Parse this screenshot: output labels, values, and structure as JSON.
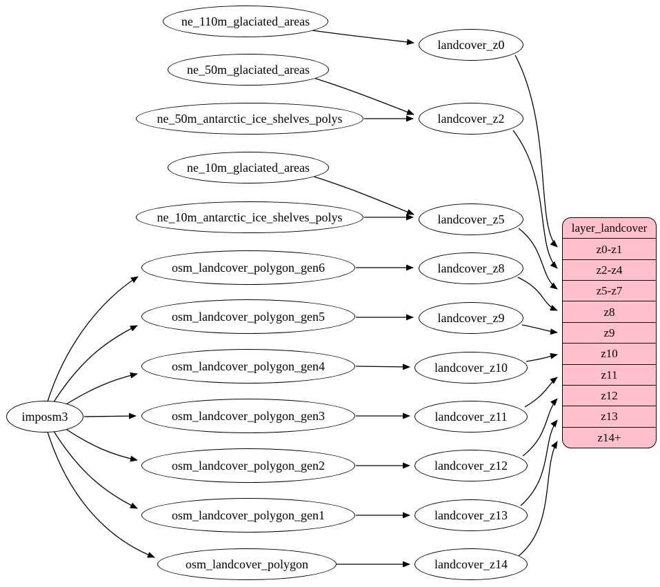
{
  "diagram": {
    "background_color": "#ffffff",
    "node_fill_color": "#ffffff",
    "node_border_color": "#000000",
    "root_node": {
      "label": "imposm3"
    },
    "source_nodes": [
      {
        "label": "ne_110m_glaciated_areas"
      },
      {
        "label": "ne_50m_glaciated_areas"
      },
      {
        "label": "ne_50m_antarctic_ice_shelves_polys"
      },
      {
        "label": "ne_10m_glaciated_areas"
      },
      {
        "label": "ne_10m_antarctic_ice_shelves_polys"
      },
      {
        "label": "osm_landcover_polygon_gen6"
      },
      {
        "label": "osm_landcover_polygon_gen5"
      },
      {
        "label": "osm_landcover_polygon_gen4"
      },
      {
        "label": "osm_landcover_polygon_gen3"
      },
      {
        "label": "osm_landcover_polygon_gen2"
      },
      {
        "label": "osm_landcover_polygon_gen1"
      },
      {
        "label": "osm_landcover_polygon"
      }
    ],
    "zoom_nodes": [
      {
        "label": "landcover_z0"
      },
      {
        "label": "landcover_z2"
      },
      {
        "label": "landcover_z5"
      },
      {
        "label": "landcover_z8"
      },
      {
        "label": "landcover_z9"
      },
      {
        "label": "landcover_z10"
      },
      {
        "label": "landcover_z11"
      },
      {
        "label": "landcover_z12"
      },
      {
        "label": "landcover_z13"
      },
      {
        "label": "landcover_z14"
      }
    ],
    "table": {
      "title": "layer_landcover",
      "rows": [
        "z0-z1",
        "z2-z4",
        "z5-z7",
        "z8",
        "z9",
        "z10",
        "z11",
        "z12",
        "z13",
        "z14+"
      ],
      "fill_color": "#ffc0cb",
      "border_color": "#000000"
    },
    "edges": [
      {
        "from": "ne_110m_glaciated_areas",
        "to": "landcover_z0"
      },
      {
        "from": "ne_50m_glaciated_areas",
        "to": "landcover_z2"
      },
      {
        "from": "ne_50m_antarctic_ice_shelves_polys",
        "to": "landcover_z2"
      },
      {
        "from": "ne_10m_glaciated_areas",
        "to": "landcover_z5"
      },
      {
        "from": "ne_10m_antarctic_ice_shelves_polys",
        "to": "landcover_z5"
      },
      {
        "from": "osm_landcover_polygon_gen6",
        "to": "landcover_z8"
      },
      {
        "from": "osm_landcover_polygon_gen5",
        "to": "landcover_z9"
      },
      {
        "from": "osm_landcover_polygon_gen4",
        "to": "landcover_z10"
      },
      {
        "from": "osm_landcover_polygon_gen3",
        "to": "landcover_z11"
      },
      {
        "from": "osm_landcover_polygon_gen2",
        "to": "landcover_z12"
      },
      {
        "from": "osm_landcover_polygon_gen1",
        "to": "landcover_z13"
      },
      {
        "from": "osm_landcover_polygon",
        "to": "landcover_z14"
      },
      {
        "from": "imposm3",
        "to": "osm_landcover_polygon_gen6"
      },
      {
        "from": "imposm3",
        "to": "osm_landcover_polygon_gen5"
      },
      {
        "from": "imposm3",
        "to": "osm_landcover_polygon_gen4"
      },
      {
        "from": "imposm3",
        "to": "osm_landcover_polygon_gen3"
      },
      {
        "from": "imposm3",
        "to": "osm_landcover_polygon_gen2"
      },
      {
        "from": "imposm3",
        "to": "osm_landcover_polygon_gen1"
      },
      {
        "from": "imposm3",
        "to": "osm_landcover_polygon"
      },
      {
        "from": "landcover_z0",
        "to": "layer_landcover:z0-z1"
      },
      {
        "from": "landcover_z2",
        "to": "layer_landcover:z2-z4"
      },
      {
        "from": "landcover_z5",
        "to": "layer_landcover:z5-z7"
      },
      {
        "from": "landcover_z8",
        "to": "layer_landcover:z8"
      },
      {
        "from": "landcover_z9",
        "to": "layer_landcover:z9"
      },
      {
        "from": "landcover_z10",
        "to": "layer_landcover:z10"
      },
      {
        "from": "landcover_z11",
        "to": "layer_landcover:z11"
      },
      {
        "from": "landcover_z12",
        "to": "layer_landcover:z12"
      },
      {
        "from": "landcover_z13",
        "to": "layer_landcover:z13"
      },
      {
        "from": "landcover_z14",
        "to": "layer_landcover:z14+"
      }
    ]
  }
}
